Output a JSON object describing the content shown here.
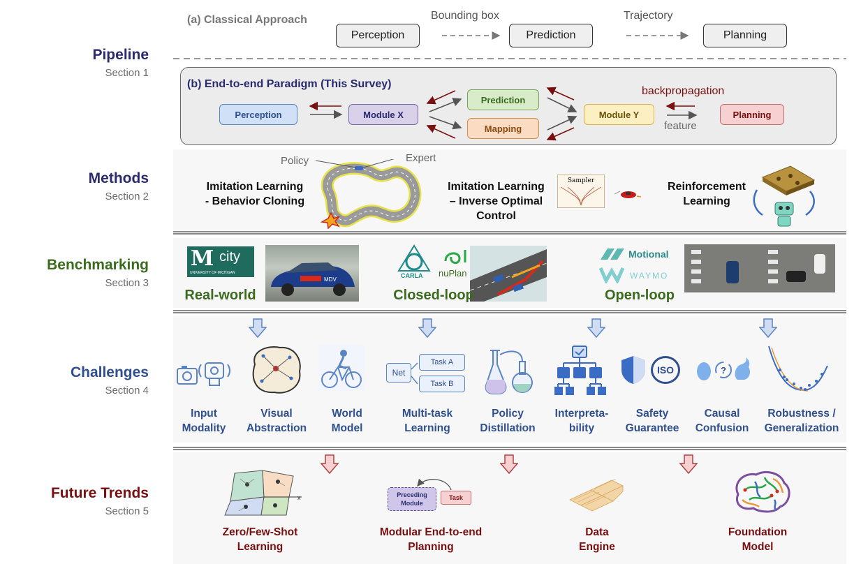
{
  "sections": {
    "pipeline": {
      "title": "Pipeline",
      "sub": "Section 1",
      "color": "#2a2a6e"
    },
    "methods": {
      "title": "Methods",
      "sub": "Section 2",
      "color": "#2a2a6e"
    },
    "benchmarking": {
      "title": "Benchmarking",
      "sub": "Section 3",
      "color": "#3b6b1f"
    },
    "challenges": {
      "title": "Challenges",
      "sub": "Section 4",
      "color": "#2f4f8f"
    },
    "future": {
      "title": "Future Trends",
      "sub": "Section 5",
      "color": "#7a0f0f"
    }
  },
  "classical": {
    "title": "(a) Classical Approach",
    "boxes": [
      "Perception",
      "Prediction",
      "Planning"
    ],
    "arrows": [
      "Bounding box",
      "Trajectory"
    ]
  },
  "e2e": {
    "title": "(b) End-to-end Paradigm (This Survey)",
    "modules": {
      "perception": "Perception",
      "module_x": "Module X",
      "prediction": "Prediction",
      "mapping": "Mapping",
      "module_y": "Module Y",
      "planning": "Planning"
    },
    "backprop": "backpropagation",
    "feature": "feature"
  },
  "methods": {
    "il_bc": [
      "Imitation Learning",
      "- Behavior Cloning"
    ],
    "policy": "Policy",
    "expert": "Expert",
    "il_ioc": [
      "Imitation Learning",
      "– Inverse Optimal",
      "Control"
    ],
    "sampler": "Sampler",
    "rl": [
      "Reinforcement",
      "Learning"
    ]
  },
  "benchmarking": {
    "real": "Real-world",
    "closed": "Closed-loop",
    "open": "Open-loop",
    "mcity_m": "M",
    "mcity_city": "city",
    "mcity_univ": "UNIVERSITY OF MICHIGAN",
    "carla": "CARLA",
    "nuplan": "nuPlan",
    "motional": "Motional",
    "waymo": "WAYMO",
    "car_text": "MDV"
  },
  "challenges": {
    "items": [
      [
        "Input",
        "Modality"
      ],
      [
        "Visual",
        "Abstraction"
      ],
      [
        "World",
        "Model"
      ],
      [
        "Multi-task",
        "Learning"
      ],
      [
        "Policy",
        "Distillation"
      ],
      [
        "Interpreta-",
        "bility"
      ],
      [
        "Safety",
        "Guarantee"
      ],
      [
        "Causal",
        "Confusion"
      ],
      [
        "Robustness /",
        "Generalization"
      ]
    ],
    "net": "Net",
    "task_a": "Task A",
    "task_b": "Task B",
    "iso": "ISO"
  },
  "future": {
    "items": [
      [
        "Zero/Few-Shot",
        "Learning"
      ],
      [
        "Modular End-to-end",
        "Planning"
      ],
      [
        "Data",
        "Engine"
      ],
      [
        "Foundation",
        "Model"
      ]
    ],
    "preceding": [
      "Preceding",
      "Module"
    ],
    "task": "Task"
  }
}
